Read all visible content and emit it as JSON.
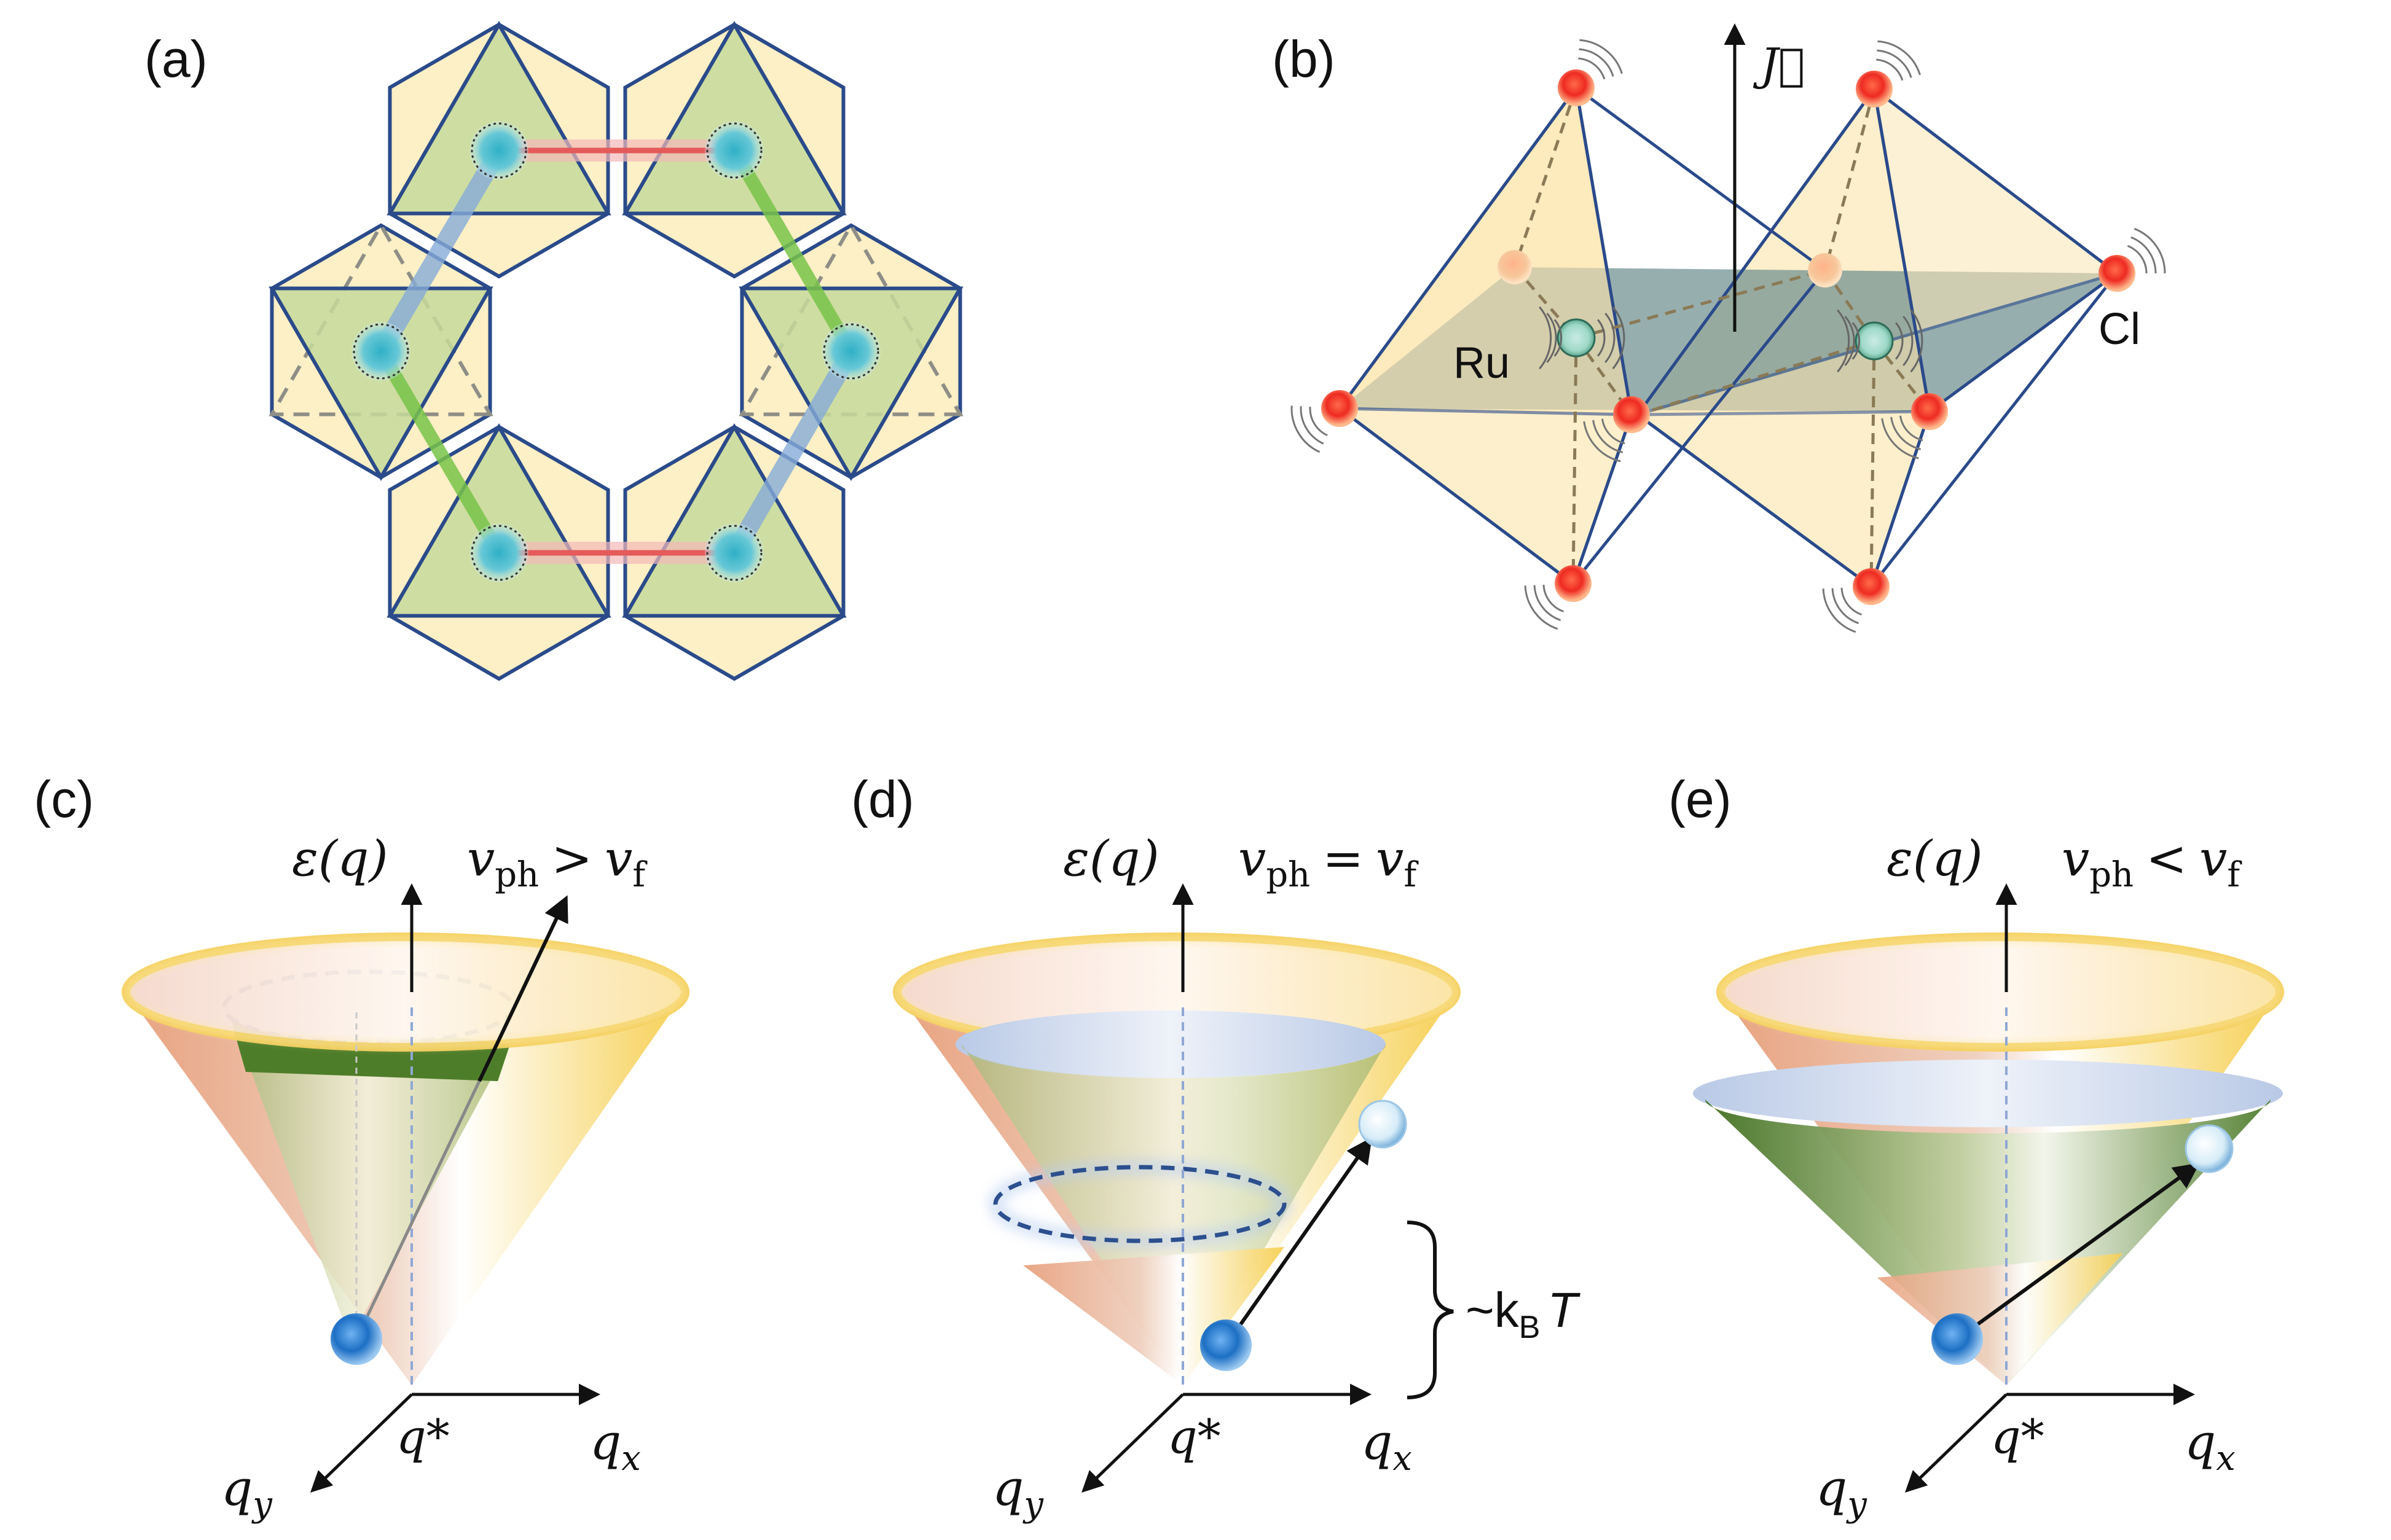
{
  "panels": {
    "a": {
      "label": "(a)"
    },
    "b": {
      "label": "(b)",
      "ru": "Ru",
      "cl": "Cl",
      "current": "J⃗"
    },
    "c": {
      "label": "(c)",
      "eps": "ε(q)",
      "vph": "v",
      "vph_sub": "ph",
      "op": ">",
      "vf": "v",
      "vf_sub": "f",
      "qstar": "q*",
      "qx": "q",
      "qx_sub": "x",
      "qy": "q",
      "qy_sub": "y"
    },
    "d": {
      "label": "(d)",
      "eps": "ε(q)",
      "vph": "v",
      "vph_sub": "ph",
      "op": "=",
      "vf": "v",
      "vf_sub": "f",
      "qstar": "q*",
      "qx": "q",
      "qx_sub": "x",
      "qy": "q",
      "qy_sub": "y",
      "kbt": "~k",
      "kbt_sub": "B",
      "kbt_t": "T"
    },
    "e": {
      "label": "(e)",
      "eps": "ε(q)",
      "vph": "v",
      "vph_sub": "ph",
      "op": "<",
      "vf": "v",
      "vf_sub": "f",
      "qstar": "q*",
      "qx": "q",
      "qx_sub": "x",
      "qy": "q",
      "qy_sub": "y"
    }
  },
  "colors": {
    "octa_fill": "#fdefc6",
    "octa_edge": "#2a4a8a",
    "green_tri": "#b6cf8a",
    "ru_atom": "#37b3c9",
    "cl_atom": "#e8403a",
    "bond_red": "#e36a6a",
    "bond_green": "#7cc44a",
    "bond_blue": "#7ba6d6",
    "cone_orange": "#e7a07a",
    "cone_yellow": "#f7d25c",
    "cone_green": "#4e7d2a",
    "fermion_blue": "#1d6fc4"
  }
}
